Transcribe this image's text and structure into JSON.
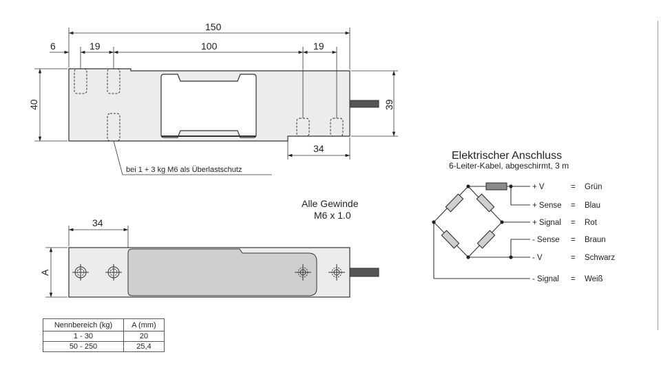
{
  "dimensions": {
    "overall_length": "150",
    "left_offset": "6",
    "hole_spacing_left": "19",
    "center_span": "100",
    "hole_spacing_right": "19",
    "height_left": "40",
    "height_right": "39",
    "bottom_right": "34",
    "bottom_view_left": "34",
    "bottom_view_height": "A"
  },
  "overload_note": "bei 1 + 3 kg M6 als Überlastschutz",
  "thread_note": {
    "line1": "Alle Gewinde",
    "line2": "M6 x 1.0"
  },
  "electrical": {
    "title": "Elektrischer Anschluss",
    "subtitle": "6-Leiter-Kabel, abgeschirmt, 3 m",
    "wires": [
      {
        "signal": "+ V",
        "eq": "=",
        "color": "Grün"
      },
      {
        "signal": "+ Sense",
        "eq": "=",
        "color": "Blau"
      },
      {
        "signal": "+ Signal",
        "eq": "=",
        "color": "Rot"
      },
      {
        "signal": "- Sense",
        "eq": "=",
        "color": "Braun"
      },
      {
        "signal": "- V",
        "eq": "=",
        "color": "Schwarz"
      },
      {
        "signal": "- Signal",
        "eq": "=",
        "color": "Weiß"
      }
    ]
  },
  "table": {
    "headers": [
      "Nennbereich (kg)",
      "A (mm)"
    ],
    "rows": [
      [
        "1 - 30",
        "20"
      ],
      [
        "50 - 250",
        "25,4"
      ]
    ]
  }
}
